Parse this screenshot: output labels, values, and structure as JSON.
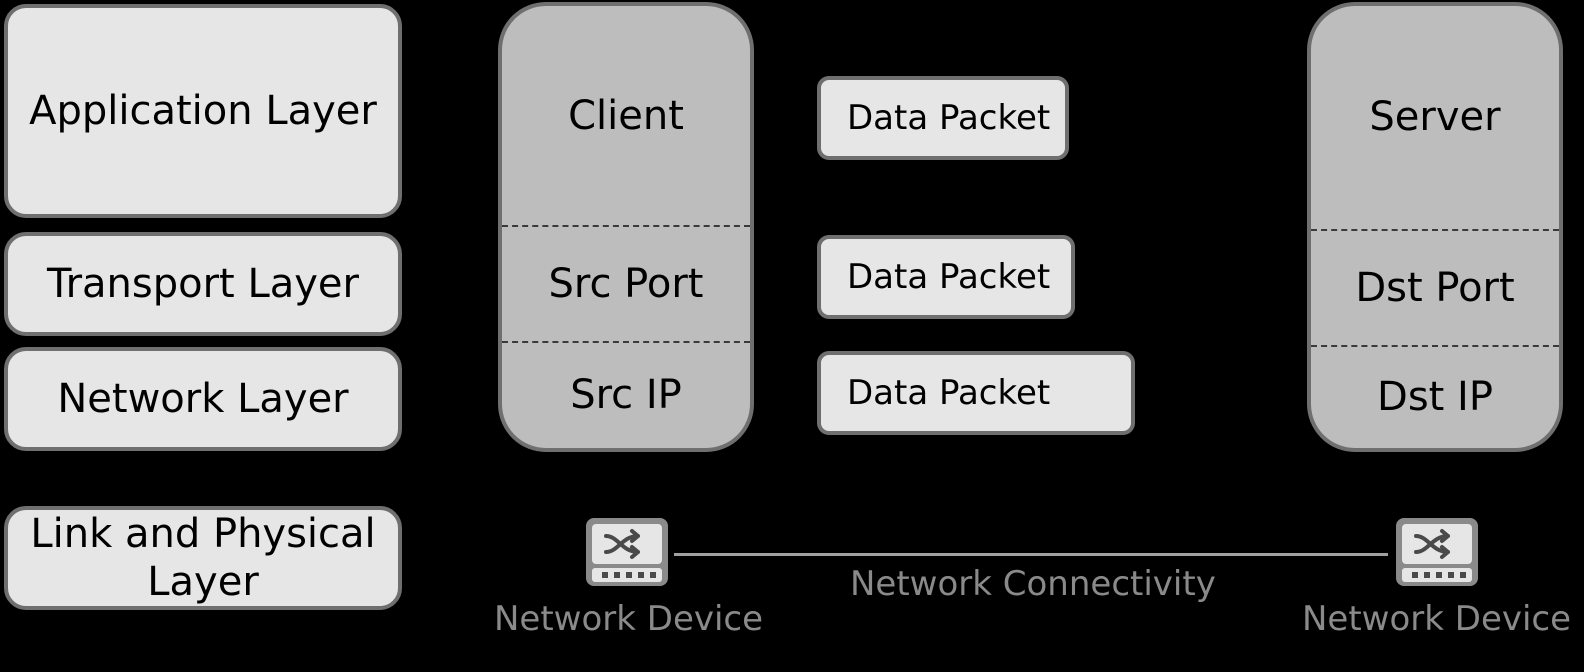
{
  "layers": [
    {
      "label": "Application Layer"
    },
    {
      "label": "Transport Layer"
    },
    {
      "label": "Network Layer"
    },
    {
      "label": "Link and Physical Layer"
    }
  ],
  "client": {
    "title": "Client",
    "port": "Src Port",
    "ip": "Src IP"
  },
  "server": {
    "title": "Server",
    "port": "Dst Port",
    "ip": "Dst IP"
  },
  "packets": [
    {
      "label": "Data Packet"
    },
    {
      "label": "Data Packet"
    },
    {
      "label": "Data Packet"
    }
  ],
  "network": {
    "device_left": "Network Device",
    "device_right": "Network Device",
    "connectivity": "Network Connectivity",
    "device_icon": "network-switch-icon"
  }
}
